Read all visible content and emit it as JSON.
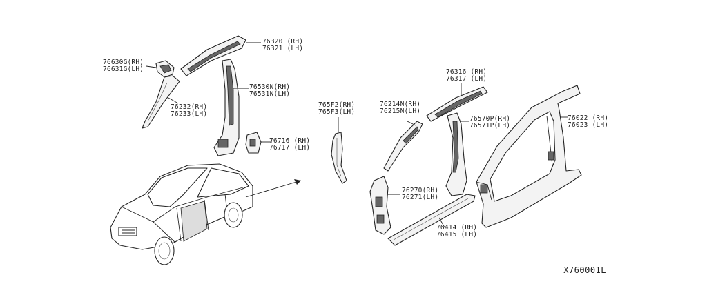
{
  "labels": [
    {
      "id": "76630G",
      "rh": "76630G(RH)",
      "lh": "76631G(LH)"
    },
    {
      "id": "76320",
      "rh": "76320 (RH)",
      "lh": "76321 (LH)"
    },
    {
      "id": "76530N",
      "rh": "76530N(RH)",
      "lh": "76531N(LH)"
    },
    {
      "id": "76232",
      "rh": "76232(RH)",
      "lh": "76233(LH)"
    },
    {
      "id": "76716",
      "rh": "76716 (RH)",
      "lh": "76717 (LH)"
    },
    {
      "id": "765F2",
      "rh": "765F2(RH)",
      "lh": "765F3(LH)"
    },
    {
      "id": "76214N",
      "rh": "76214N(RH)",
      "lh": "76215N(LH)"
    },
    {
      "id": "76316",
      "rh": "76316 (RH)",
      "lh": "76317 (LH)"
    },
    {
      "id": "76570P",
      "rh": "76570P(RH)",
      "lh": "76571P(LH)"
    },
    {
      "id": "76022",
      "rh": "76022 (RH)",
      "lh": "76023 (LH)"
    },
    {
      "id": "76270",
      "rh": "76270(RH)",
      "lh": "76271(LH)"
    },
    {
      "id": "76414",
      "rh": "76414 (RH)",
      "lh": "76415 (LH)"
    }
  ],
  "diagram_code": "X760001L"
}
